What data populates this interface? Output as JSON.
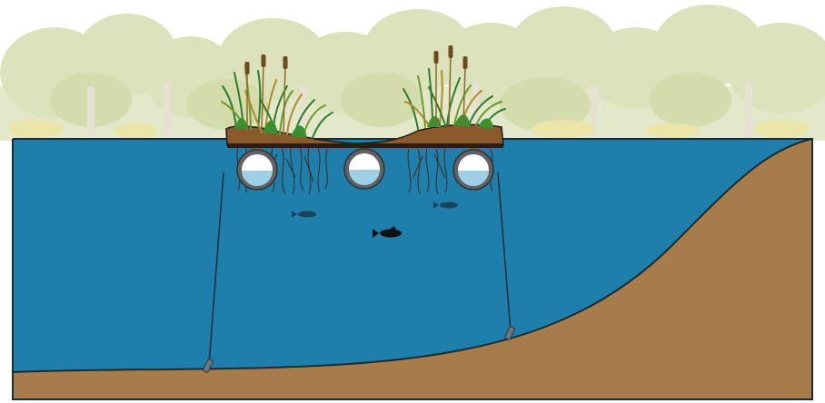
{
  "scene": {
    "subject": "floating-treatment-wetland-cross-section",
    "colors": {
      "sky": "#ffffff",
      "trees_canopy": "#d8dfb4",
      "trees_trunk": "#e0d9c4",
      "water": "#1f7fac",
      "water_edge": "#1b2b33",
      "sediment": "#a67c4a",
      "mat": "#8a5a2b",
      "roots": "#3a2a1e",
      "float_ring": "#5f6266",
      "float_fill": "#9fd0e6",
      "grass": "#2f7d2a",
      "grass_light": "#6a9a2c",
      "grass_dry": "#b08a2e",
      "cattail": "#6b4b1f",
      "fish": "#1c3a4a",
      "fish_dark": "#111111"
    },
    "elements": {
      "background_trees": {
        "icon": "tree-line"
      },
      "mat": {
        "icon": "floating-mat"
      },
      "floats": [
        {
          "icon": "float-pipe"
        },
        {
          "icon": "float-pipe"
        },
        {
          "icon": "float-pipe"
        }
      ],
      "fish": [
        {
          "icon": "fish"
        },
        {
          "icon": "fish"
        },
        {
          "icon": "fish"
        }
      ],
      "anchors": [
        {
          "icon": "anchor-stake"
        },
        {
          "icon": "anchor-stake"
        }
      ]
    }
  }
}
